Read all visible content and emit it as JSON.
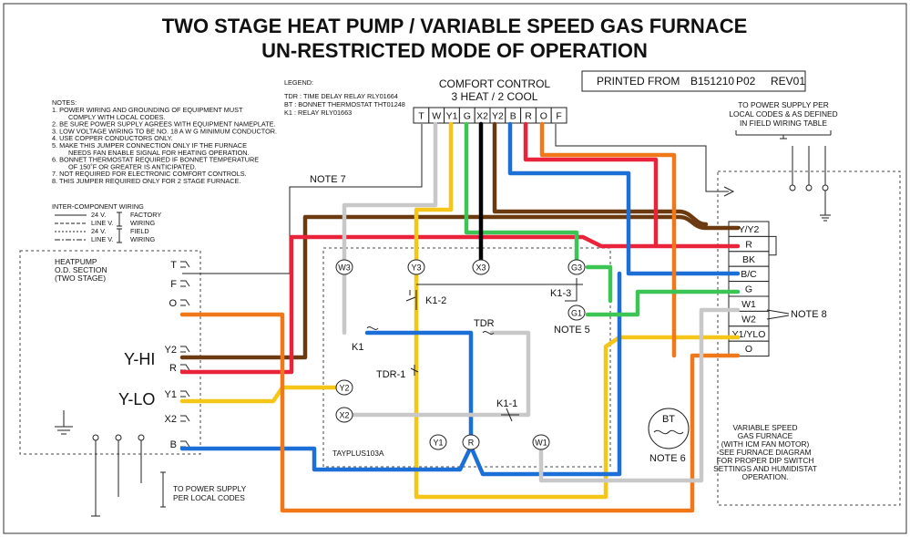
{
  "title": {
    "line1": "TWO STAGE HEAT PUMP / VARIABLE SPEED GAS FURNACE",
    "line2": "UN-RESTRICTED MODE OF OPERATION"
  },
  "printed_box": {
    "label": "PRINTED FROM",
    "doc": "B151210",
    "page": "P02",
    "rev": "REV01"
  },
  "comfort_control": {
    "line1": "COMFORT CONTROL",
    "line2": "3 HEAT / 2 COOL",
    "terminals": [
      "T",
      "W",
      "Y1",
      "G",
      "X2",
      "Y2",
      "B",
      "R",
      "O",
      "F"
    ]
  },
  "legend": {
    "heading": "LEGEND:",
    "items": [
      "TDR : TIME DELAY RELAY RLY01664",
      "BT    : BONNET THERMOSTAT THT01248",
      "K1  : RELAY RLY01663"
    ]
  },
  "notes": {
    "heading": "NOTES:",
    "lines": [
      "1. POWER WIRING AND GROUNDING OF EQUIPMENT MUST",
      "COMPLY WITH LOCAL CODES.",
      "2. BE SURE POWER SUPPLY AGREES WITH EQUIPMENT NAMEPLATE.",
      "3. LOW VOLTAGE WIRING TO BE NO. 18 A W G MINIMUM CONDUCTOR.",
      "4. USE COPPER CONDUCTORS ONLY.",
      "5. MAKE THIS JUMPER CONNECTION ONLY IF THE FURNACE",
      "NEEDS FAN ENABLE SIGNAL FOR HEATING OPERATION.",
      "6. BONNET THERMOSTAT REQUIRED IF BONNET TEMPERATURE",
      "OF 150˚F OR GREATER IS ANTICIPATED.",
      "7. NOT REQUIRED FOR ELECTRONIC COMFORT CONTROLS.",
      "8. THIS JUMPER REQUIRED ONLY FOR 2 STAGE FURNACE."
    ]
  },
  "wiring_key": {
    "heading": "INTER-COMPONENT WIRING",
    "rows": [
      {
        "voltage": "24 V.",
        "kind": "FACTORY"
      },
      {
        "voltage": "LINE V.",
        "kind": "WIRING"
      },
      {
        "voltage": "24 V.",
        "kind": "FIELD"
      },
      {
        "voltage": "LINE V.",
        "kind": "WIRING"
      }
    ]
  },
  "heatpump": {
    "title_lines": [
      "HEATPUMP",
      "O.D. SECTION",
      "(TWO STAGE)"
    ],
    "terminals": [
      "T",
      "F",
      "O",
      "Y2",
      "R",
      "Y1",
      "X2",
      "B"
    ],
    "y_hi": "Y-HI",
    "y_lo": "Y-LO",
    "power_note": [
      "TO POWER SUPPLY",
      "PER LOCAL CODES"
    ]
  },
  "furnace": {
    "terminals": [
      "Y/Y2",
      "R",
      "BK",
      "B/C",
      "G",
      "W1",
      "W2",
      "Y1/YLO",
      "O"
    ],
    "power_note": [
      "TO POWER SUPPLY PER",
      "LOCAL CODES & AS DEFINED",
      "IN FIELD WIRING TABLE"
    ],
    "description": [
      "VARIABLE SPEED",
      "GAS FURNACE",
      "(WITH ICM FAN MOTOR)",
      "SEE FURNACE DIAGRAM",
      "FOR PROPER DIP SWITCH",
      "SETTINGS AND HUMIDISTAT",
      "OPERATION."
    ]
  },
  "control_module": {
    "name": "TAYPLUS103A",
    "nodes": [
      "W3",
      "Y3",
      "X3",
      "G3",
      "G1",
      "Y2",
      "X2",
      "Y1",
      "R",
      "W1"
    ],
    "labels": {
      "k1": "K1",
      "k1_2": "K1-2",
      "k1_3": "K1-3",
      "k1_1": "K1-1",
      "tdr": "TDR",
      "tdr_1": "TDR-1"
    }
  },
  "annotations": {
    "note5": "NOTE 5",
    "note6": "NOTE 6",
    "note7": "NOTE 7",
    "note8": "NOTE 8",
    "bt": "BT"
  },
  "colors": {
    "brown": "#6b3a10",
    "red": "#e8233a",
    "yellow": "#f5c518",
    "blue": "#1d6fd8",
    "orange": "#f07818",
    "green": "#3cc454",
    "gray": "#c8c8c8",
    "black": "#000000"
  }
}
